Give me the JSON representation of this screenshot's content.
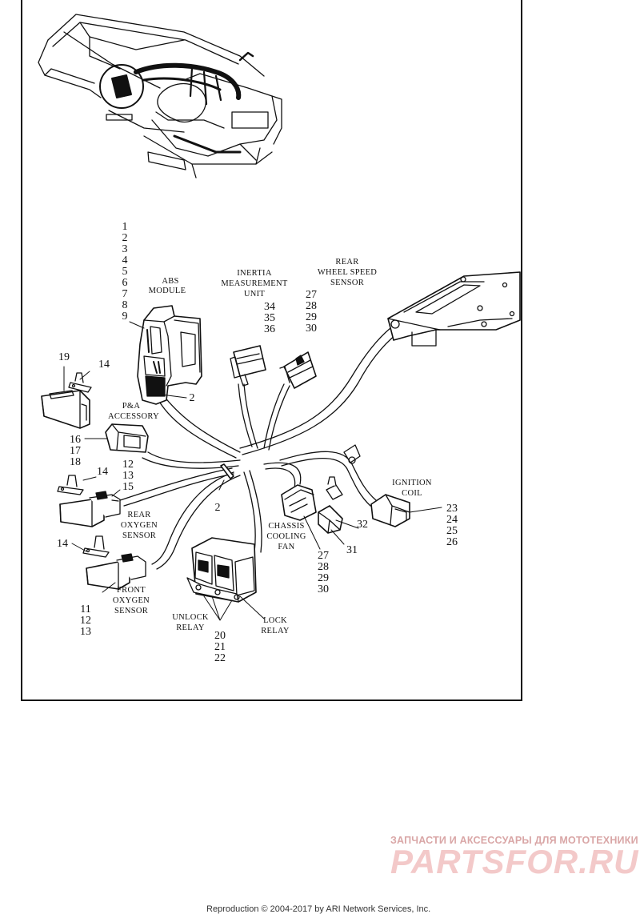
{
  "labels": {
    "abs_module": [
      "ABS",
      "MODULE"
    ],
    "inertia": [
      "INERTIA",
      "MEASUREMENT",
      "UNIT"
    ],
    "rear_wheel_speed": [
      "REAR",
      "WHEEL SPEED",
      "SENSOR"
    ],
    "pa_accessory": [
      "P&A",
      "ACCESSORY"
    ],
    "rear_oxygen": [
      "REAR",
      "OXYGEN",
      "SENSOR"
    ],
    "front_oxygen": [
      "FRONT",
      "OXYGEN",
      "SENSOR"
    ],
    "chassis_fan": [
      "CHASSIS",
      "COOLING",
      "FAN"
    ],
    "ignition_coil": [
      "IGNITION",
      "COIL"
    ],
    "unlock_relay": [
      "UNLOCK",
      "RELAY"
    ],
    "lock_relay": [
      "LOCK",
      "RELAY"
    ]
  },
  "callouts": {
    "abs_stack": [
      "1",
      "2",
      "3",
      "4",
      "5",
      "6",
      "7",
      "8",
      "9"
    ],
    "abs_2": "2",
    "inertia_stack": [
      "34",
      "35",
      "36"
    ],
    "rear_wheel_stack": [
      "27",
      "28",
      "29",
      "30"
    ],
    "item_19": "19",
    "item_14_top": "14",
    "pa_stack": [
      "16",
      "17",
      "18"
    ],
    "clip_stack": [
      "12",
      "13"
    ],
    "item_14_mid": "14",
    "item_15": "15",
    "harness_2": "2",
    "item_14_low": "14",
    "front_o2_stack": [
      "11",
      "12",
      "13"
    ],
    "relay_stack": [
      "20",
      "21",
      "22"
    ],
    "fan_stack": [
      "27",
      "28",
      "29",
      "30"
    ],
    "item_32": "32",
    "item_31": "31",
    "coil_stack": [
      "23",
      "24",
      "25",
      "26"
    ]
  },
  "watermark": {
    "tagline": "ЗАПЧАСТИ И АКСЕССУАРЫ ДЛЯ МОТОТЕХНИКИ",
    "brand": "PARTSFOR.RU"
  },
  "footer": {
    "copyright": "Reproduction © 2004-2017 by ARI Network Services, Inc."
  }
}
